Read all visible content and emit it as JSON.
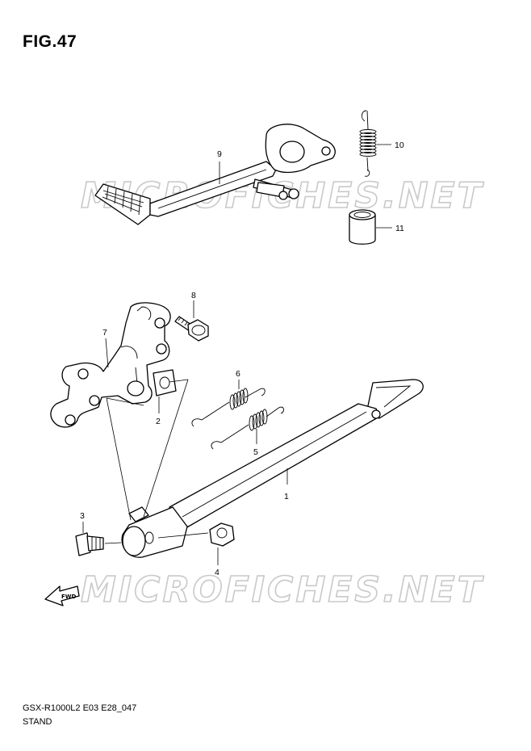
{
  "figure": {
    "title": "FIG.47"
  },
  "footer": {
    "model_code": "GSX-R1000L2 E03 E28_047",
    "section_name": "STAND"
  },
  "watermark": {
    "text": "MICROFICHES.NET"
  },
  "direction_marker": {
    "text": "FWD",
    "icon": "forward-arrow-icon"
  },
  "callouts": [
    {
      "number": "1",
      "part": "side stand"
    },
    {
      "number": "2",
      "part": "washer"
    },
    {
      "number": "3",
      "part": "bolt"
    },
    {
      "number": "4",
      "part": "nut"
    },
    {
      "number": "5",
      "part": "spring"
    },
    {
      "number": "6",
      "part": "spring"
    },
    {
      "number": "7",
      "part": "stand bracket"
    },
    {
      "number": "8",
      "part": "bolt"
    },
    {
      "number": "9",
      "part": "gear shift lever"
    },
    {
      "number": "10",
      "part": "spring"
    },
    {
      "number": "11",
      "part": "spacer"
    }
  ]
}
